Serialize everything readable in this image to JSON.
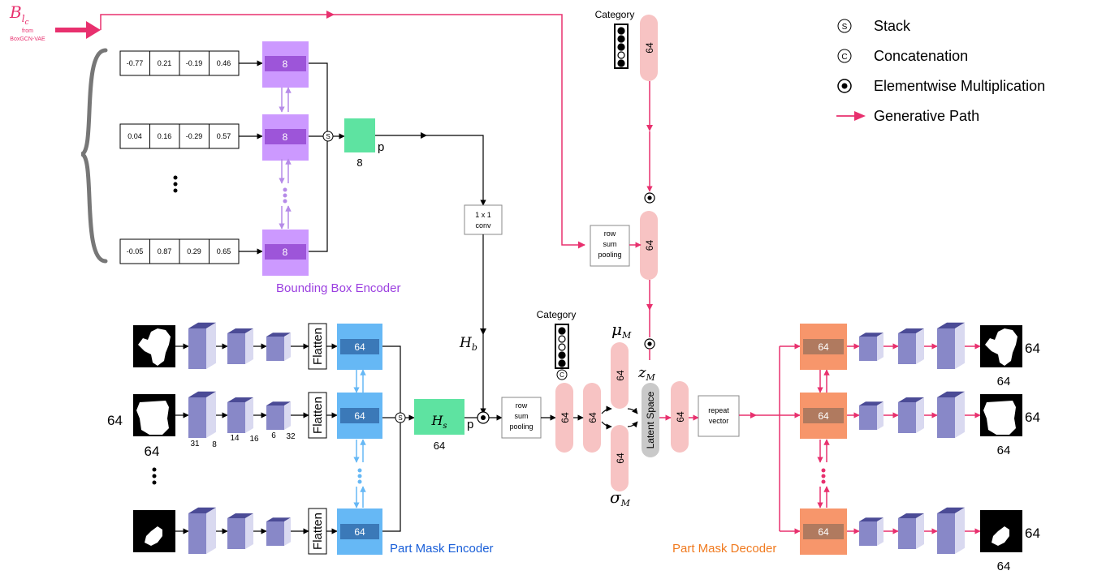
{
  "input": {
    "label": "B",
    "sub": "l",
    "subsub": "c",
    "from": "from",
    "source": "BoxGCN-VAE"
  },
  "legend": [
    {
      "symbol": "S",
      "label": "Stack"
    },
    {
      "symbol": "C",
      "label": "Concatenation"
    },
    {
      "symbol": "dot",
      "label": "Elementwise Multiplication"
    },
    {
      "symbol": "arrow",
      "label": "Generative Path"
    }
  ],
  "bbox_rows": [
    [
      "-0.77",
      "0.21",
      "-0.19",
      "0.46"
    ],
    [
      "0.04",
      "0.16",
      "-0.29",
      "0.57"
    ],
    [
      "-0.05",
      "0.87",
      "0.29",
      "0.65"
    ]
  ],
  "bbox_fc": "8",
  "bbox_out_dim": "8",
  "bbox_out_p": "p",
  "bbox_encoder_title": "Bounding Box Encoder",
  "conv": {
    "line1": "1 x 1",
    "line2": "conv"
  },
  "hb": "H",
  "hb_sub": "b",
  "hs": "H",
  "hs_sub": "s",
  "hs_dim": "64",
  "hs_p": "p",
  "category_top": "Category",
  "category_mid": "Category",
  "bar_label": "64",
  "row_sum_pool": {
    "l1": "row",
    "l2": "sum",
    "l3": "pooling"
  },
  "mu": "μ",
  "mu_sub": "M",
  "sigma": "σ",
  "sigma_sub": "M",
  "z": "z",
  "z_sub": "M",
  "latent": "Latent Space",
  "repeat": {
    "l1": "repeat",
    "l2": "vector"
  },
  "flatten": "Flatten",
  "mask_fc": "64",
  "mask_dim": "64",
  "conv_dims": [
    "31",
    "8",
    "14",
    "16",
    "6",
    "32"
  ],
  "part_mask_encoder_title": "Part Mask Encoder",
  "part_mask_decoder_title": "Part Mask Decoder",
  "colors": {
    "purple": "#cc99ff",
    "purple_dark": "#9d55d9",
    "blue": "#66b8f5",
    "blue_dark": "#3b79b8",
    "orange": "#f7966b",
    "orange_dark": "#b07a5f",
    "pink": "#f7c3c3",
    "green": "#5ee3a1",
    "magenta": "#e8306e",
    "encoder_purple": "#9b3fe0",
    "encoder_blue": "#1a5fd8",
    "decoder_orange": "#f07a1f"
  }
}
